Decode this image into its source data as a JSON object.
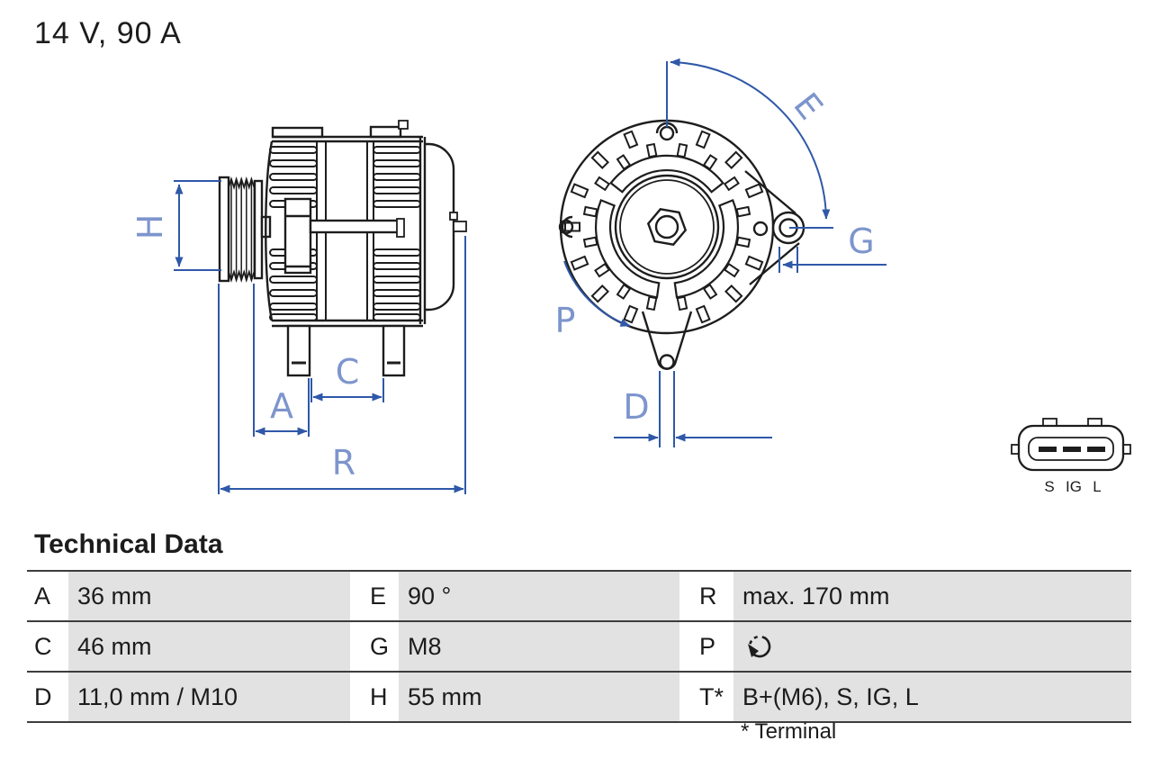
{
  "title": "14 V, 90 A",
  "drawing": {
    "dimension_labels": {
      "H": "H",
      "A": "A",
      "C": "C",
      "R": "R",
      "E": "E",
      "G": "G",
      "P": "P",
      "D": "D"
    },
    "connector": {
      "pins": [
        "S",
        "IG",
        "L"
      ]
    },
    "colors": {
      "line": "#1d1d1d",
      "dimension_line": "#2f58a8",
      "dimension_label": "#7d95cd"
    }
  },
  "technical_data": {
    "heading": "Technical Data",
    "rows": [
      {
        "cells": [
          {
            "label": "A",
            "value": "36 mm"
          },
          {
            "label": "E",
            "value": "90 °"
          },
          {
            "label": "R",
            "value": "max. 170 mm"
          }
        ]
      },
      {
        "cells": [
          {
            "label": "C",
            "value": "46 mm"
          },
          {
            "label": "G",
            "value": "M8"
          },
          {
            "label": "P",
            "value": "",
            "icon": "rotation-direction"
          }
        ]
      },
      {
        "cells": [
          {
            "label": "D",
            "value": "11,0 mm / M10"
          },
          {
            "label": "H",
            "value": "55 mm"
          },
          {
            "label": "T*",
            "value": "B+(M6), S, IG, L"
          }
        ]
      }
    ],
    "footnote": "* Terminal"
  }
}
